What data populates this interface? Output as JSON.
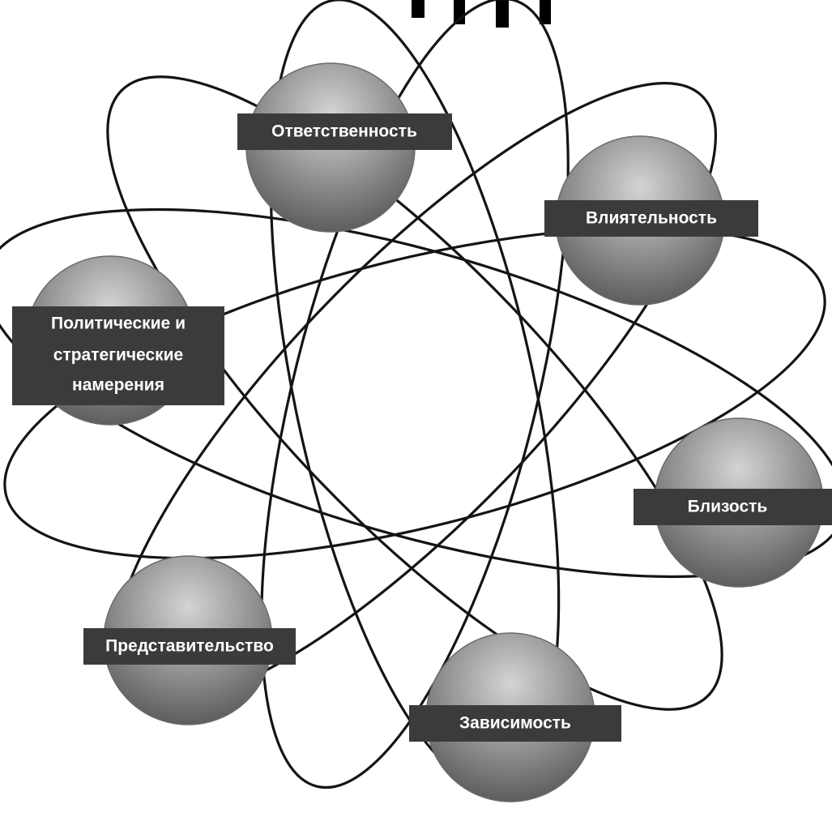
{
  "nodes": [
    {
      "id": "otvetstvennost",
      "lines": [
        "Ответственность"
      ]
    },
    {
      "id": "vliyatelnost",
      "lines": [
        "Влиятельность"
      ]
    },
    {
      "id": "politicheskie",
      "lines": [
        "Политические и",
        "стратегические",
        "намерения"
      ]
    },
    {
      "id": "blizost",
      "lines": [
        "Близость"
      ]
    },
    {
      "id": "predstavitelstvo",
      "lines": [
        "Представительство"
      ]
    },
    {
      "id": "zavisimost",
      "lines": [
        "Зависимость"
      ]
    }
  ],
  "colors": {
    "orbit": "#141414",
    "label_bar": "#3b3b3b",
    "label_text": "#ffffff",
    "sphere_light": "#c9c9c9",
    "sphere_dark": "#5c5c5c"
  }
}
